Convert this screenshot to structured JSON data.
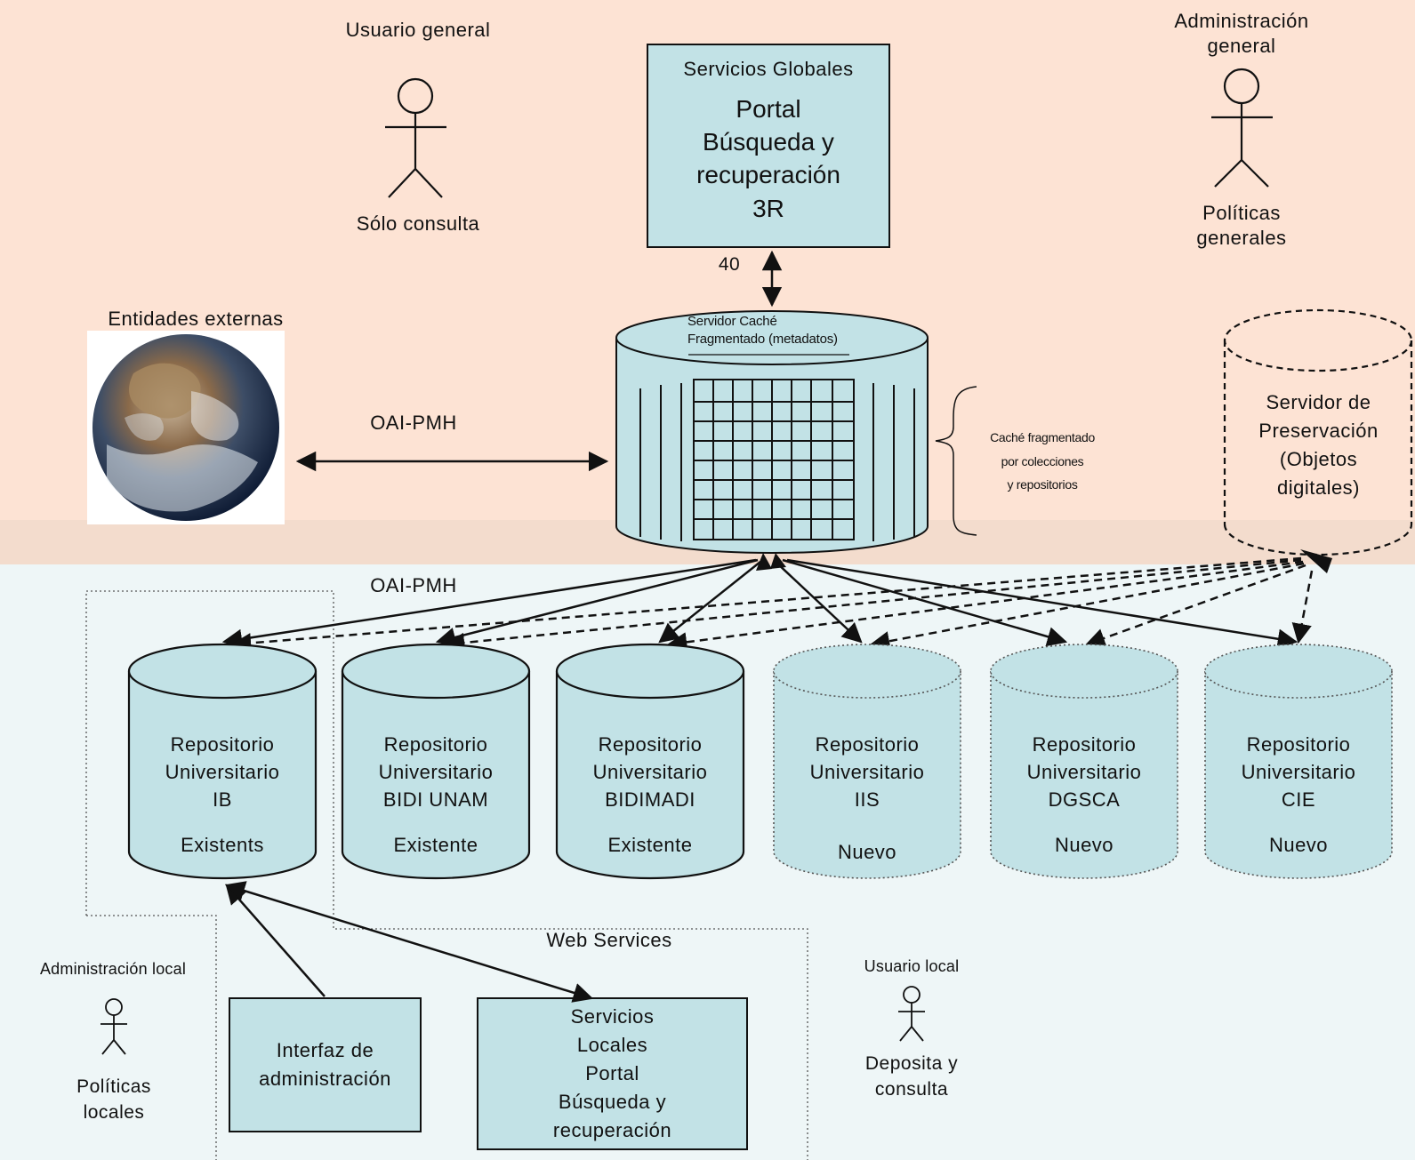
{
  "actors": {
    "general_user": {
      "title": "Usuario general",
      "subtitle": "Sólo consulta"
    },
    "general_admin": {
      "title": [
        "Administración",
        "general"
      ],
      "subtitle": [
        "Políticas",
        "generales"
      ]
    },
    "local_admin": {
      "title": "Administración local",
      "subtitle": [
        "Políticas",
        "locales"
      ]
    },
    "local_user": {
      "title": "Usuario local",
      "subtitle": [
        "Deposita y",
        "consulta"
      ]
    }
  },
  "global_services": {
    "header": "Servicios  Globales",
    "lines": [
      "Portal",
      "Búsqueda y",
      "recuperación",
      "3R"
    ]
  },
  "link_number": "40",
  "external_entities": {
    "title": "Entidades externas"
  },
  "protocol_top": "OAI-PMH",
  "protocol_bottom": "OAI-PMH",
  "cache_server": {
    "lines": [
      "Servidor Caché",
      "Fragmentado (metadatos)"
    ]
  },
  "cache_note": [
    "Caché fragmentado",
    "por colecciones",
    "y repositorios"
  ],
  "preservation_server": {
    "lines": [
      "Servidor de",
      "Preservación",
      "(Objetos",
      "digitales)"
    ]
  },
  "repositories": [
    {
      "lines": [
        "Repositorio",
        "Universitario",
        "IB"
      ],
      "status": "Existents"
    },
    {
      "lines": [
        "Repositorio",
        "Universitario",
        "BIDI UNAM"
      ],
      "status": "Existente"
    },
    {
      "lines": [
        "Repositorio",
        "Universitario",
        "BIDIMADI"
      ],
      "status": "Existente"
    },
    {
      "lines": [
        "Repositorio",
        "Universitario",
        "IIS"
      ],
      "status": "Nuevo"
    },
    {
      "lines": [
        "Repositorio",
        "Universitario",
        "DGSCA"
      ],
      "status": "Nuevo"
    },
    {
      "lines": [
        "Repositorio",
        "Universitario",
        "CIE"
      ],
      "status": "Nuevo"
    }
  ],
  "web_services": "Web Services",
  "admin_interface": {
    "lines": [
      "Interfaz de",
      "administración"
    ]
  },
  "local_services": {
    "lines": [
      "Servicios",
      "Locales",
      "Portal",
      "Búsqueda y",
      "recuperación"
    ]
  },
  "colors": {
    "top_band": "#fde3d4",
    "bottom_band": "#eef6f7",
    "box_fill": "#c2e2e6",
    "stroke": "#111111"
  }
}
